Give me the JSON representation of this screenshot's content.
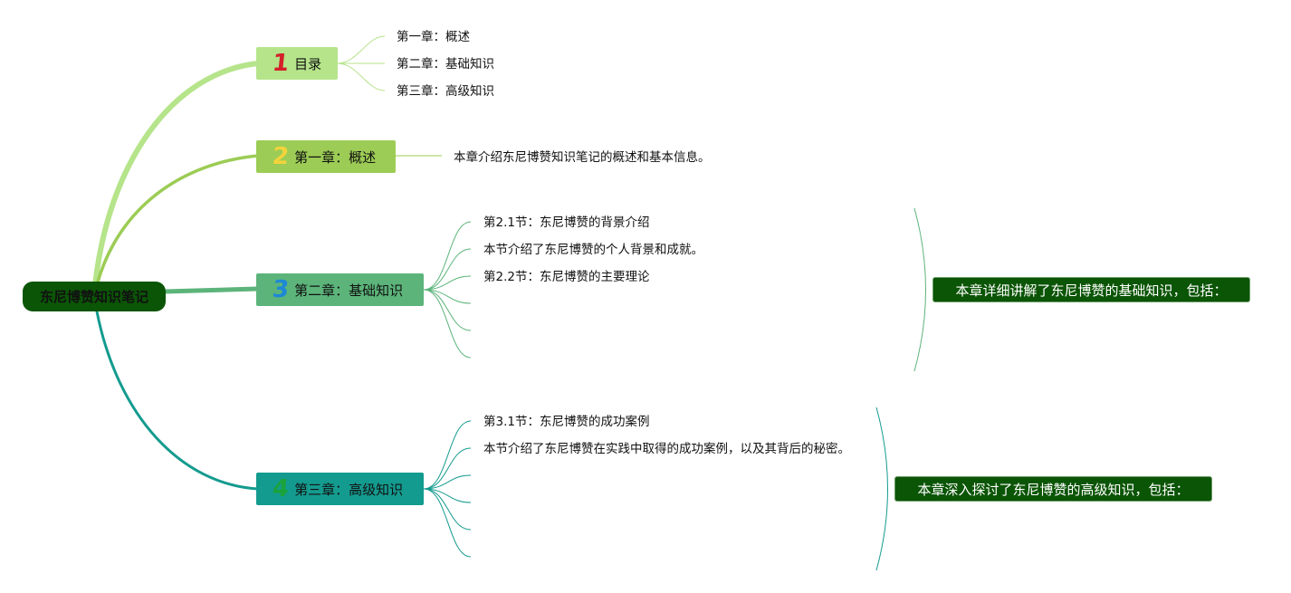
{
  "root": {
    "title": "东尼博赞知识笔记"
  },
  "branches": [
    {
      "num": "1",
      "num_color": "#d42029",
      "label": "目录"
    },
    {
      "num": "2",
      "num_color": "#f2d33b",
      "label": "第一章：概述"
    },
    {
      "num": "3",
      "num_color": "#1e88d6",
      "label": "第二章：基础知识"
    },
    {
      "num": "4",
      "num_color": "#1aa33b",
      "label": "第三章：高级知识"
    }
  ],
  "toc": [
    "第一章：概述",
    "第二章：基础知识",
    "第三章：高级知识"
  ],
  "ch1": {
    "desc": "本章介绍东尼博赞知识笔记的概述和基本信息。"
  },
  "ch2": {
    "items": [
      "第2.1节：东尼博赞的背景介绍",
      "本节介绍了东尼博赞的个人背景和成就。",
      "第2.2节：东尼博赞的主要理论"
    ],
    "summary": "本章详细讲解了东尼博赞的基础知识，包括："
  },
  "ch3": {
    "items": [
      "第3.1节：东尼博赞的成功案例",
      "本节介绍了东尼博赞在实践中取得的成功案例，以及其背后的秘密。"
    ],
    "summary": "本章深入探讨了东尼博赞的高级知识，包括："
  },
  "colors": {
    "branch1": "#b5e48a",
    "branch2": "#9ccc55",
    "branch3": "#5cb47a",
    "branch4": "#149b8f",
    "root": "#0b5506",
    "summary": "#0b5506"
  }
}
